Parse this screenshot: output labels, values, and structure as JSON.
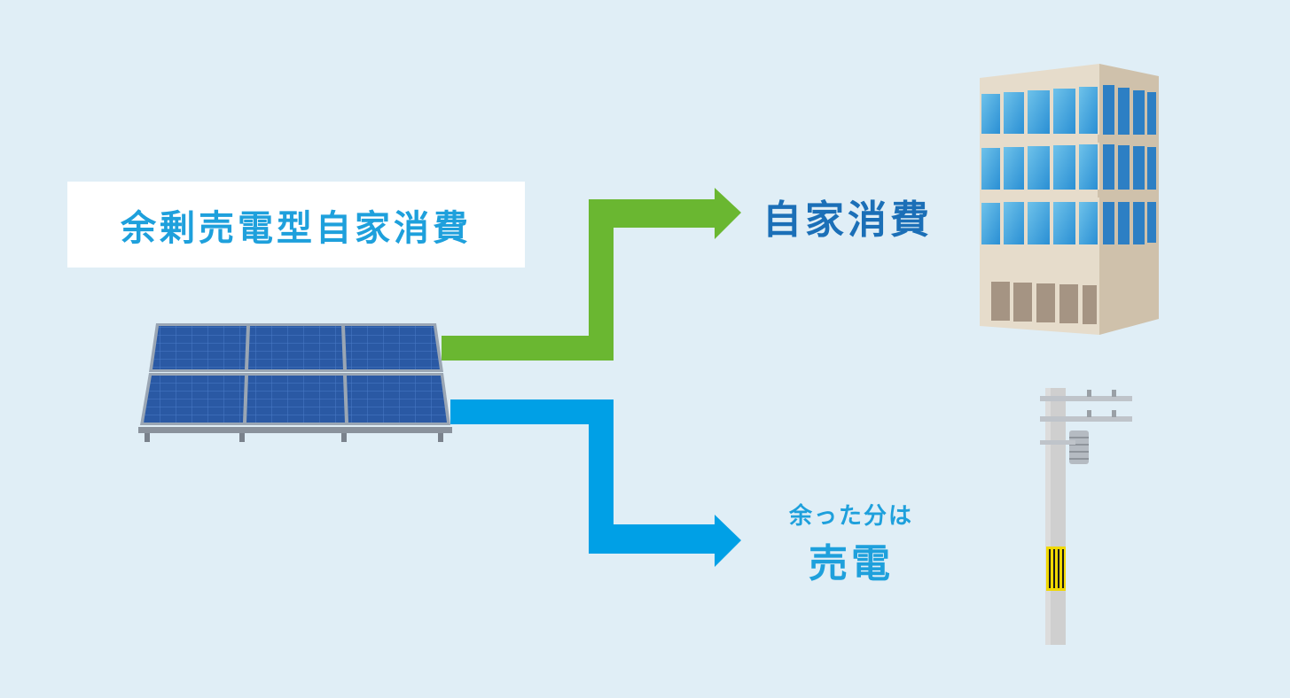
{
  "title": "余剰売電型自家消費",
  "labels": {
    "self_consumption": "自家消費",
    "surplus_prefix": "余った分は",
    "sell_power": "売電"
  },
  "colors": {
    "background": "#e0eef6",
    "title_text": "#1ea0dc",
    "self_label": "#1b6fb7",
    "green_arrow": "#6ab731",
    "blue_arrow": "#00a0e6"
  },
  "icons": [
    "solar-panel-icon",
    "office-building-icon",
    "utility-pole-icon"
  ]
}
